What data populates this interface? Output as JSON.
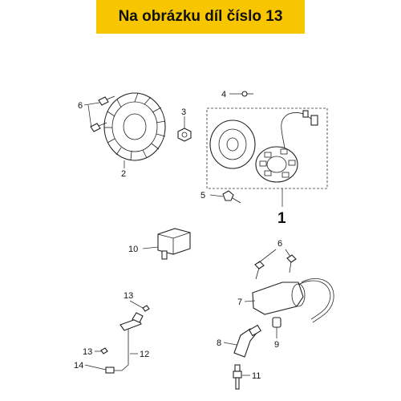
{
  "banner": {
    "text": "Na obrázku díl číslo 13",
    "color": "#f7c600"
  },
  "labels": {
    "l1": "1",
    "l2": "2",
    "l3": "3",
    "l4": "4",
    "l5": "5",
    "l6a": "6",
    "l6b": "6",
    "l7": "7",
    "l8": "8",
    "l9": "9",
    "l10": "10",
    "l11": "11",
    "l12": "12",
    "l13a": "13",
    "l13b": "13",
    "l14": "14"
  }
}
